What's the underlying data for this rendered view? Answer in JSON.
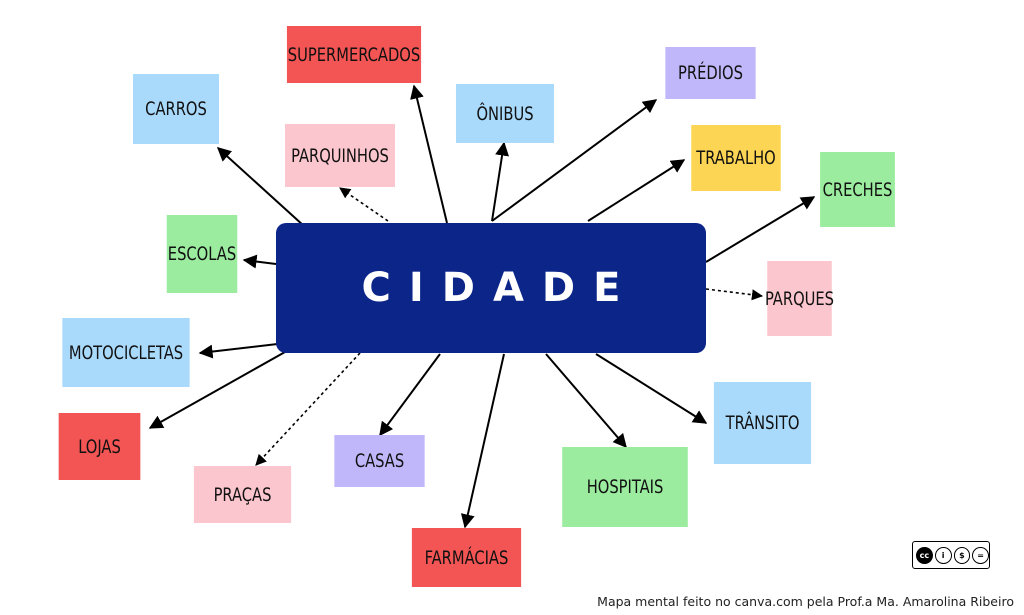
{
  "center": {
    "label": "CIDADE"
  },
  "nodes": {
    "supermercados": "SUPERMERCADOS",
    "carros": "CARROS",
    "parquinhos": "PARQUINHOS",
    "onibus": "ÔNIBUS",
    "predios": "PRÉDIOS",
    "trabalho": "TRABALHO",
    "creches": "CRECHES",
    "escolas": "ESCOLAS",
    "parques": "PARQUES",
    "motocicletas": "MOTOCICLETAS",
    "lojas": "LOJAS",
    "pracas": "PRAÇAS",
    "casas": "CASAS",
    "farmacias": "FARMÁCIAS",
    "hospitais": "HOSPITAIS",
    "transito": "TRÂNSITO"
  },
  "colors": {
    "center": "#0b2589",
    "red": "#f35454",
    "blue": "#a9d9fb",
    "pink": "#fbc6cd",
    "purple": "#c0b6fa",
    "yellow": "#fdd554",
    "green": "#9bec9f"
  },
  "license": {
    "badge": "cc-by-nc-nd-icon"
  },
  "footer": "Mapa mental feito no canva.com pela Prof.a Ma. Amarolina Ribeiro"
}
